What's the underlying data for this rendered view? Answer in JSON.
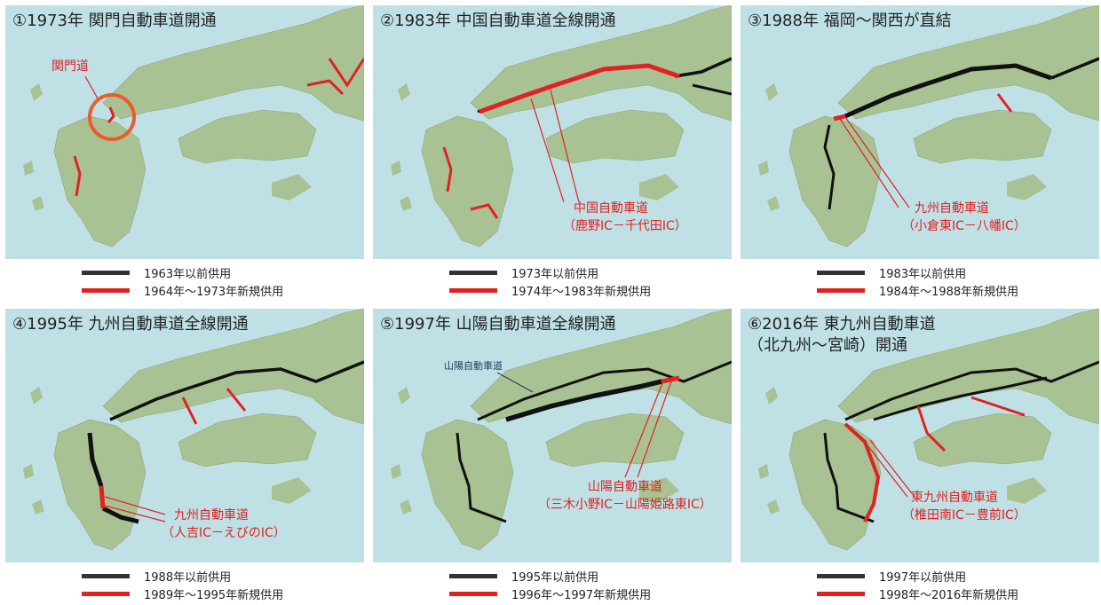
{
  "colors": {
    "sea": "#bfe1e6",
    "land": "#a9c293",
    "existing": "#111111",
    "new": "#e02222",
    "legend_existing": "#333333",
    "highlight_circle": "#ec5b2c"
  },
  "panels": [
    {
      "title": "①1973年  関門自動車道開通",
      "callouts": [
        "関門道"
      ],
      "legend": {
        "existing": "1963年以前供用",
        "new": "1964年～1973年新規供用"
      }
    },
    {
      "title": "②1983年  中国自動車道全線開通",
      "callouts": [
        "中国自動車道",
        "（鹿野IC－千代田IC）"
      ],
      "legend": {
        "existing": "1973年以前供用",
        "new": "1974年～1983年新規供用"
      }
    },
    {
      "title": "③1988年  福岡～関西が直結",
      "callouts": [
        "九州自動車道",
        "（小倉東IC－八幡IC）"
      ],
      "legend": {
        "existing": "1983年以前供用",
        "new": "1984年～1988年新規供用"
      }
    },
    {
      "title": "④1995年  九州自動車道全線開通",
      "callouts": [
        "九州自動車道",
        "（人吉IC－えびのIC）"
      ],
      "legend": {
        "existing": "1988年以前供用",
        "new": "1989年～1995年新規供用"
      }
    },
    {
      "title": "⑤1997年  山陽自動車道全線開通",
      "callouts": [
        "山陽自動車道",
        "山陽自動車道",
        "（三木小野IC－山陽姫路東IC）"
      ],
      "legend": {
        "existing": "1995年以前供用",
        "new": "1996年～1997年新規供用"
      }
    },
    {
      "title": "⑥2016年  東九州自動車道\n（北九州～宮崎）開通",
      "callouts": [
        "東九州自動車道",
        "（椎田南IC－豊前IC）"
      ],
      "legend": {
        "existing": "1997年以前供用",
        "new": "1998年～2016年新規供用"
      }
    }
  ]
}
